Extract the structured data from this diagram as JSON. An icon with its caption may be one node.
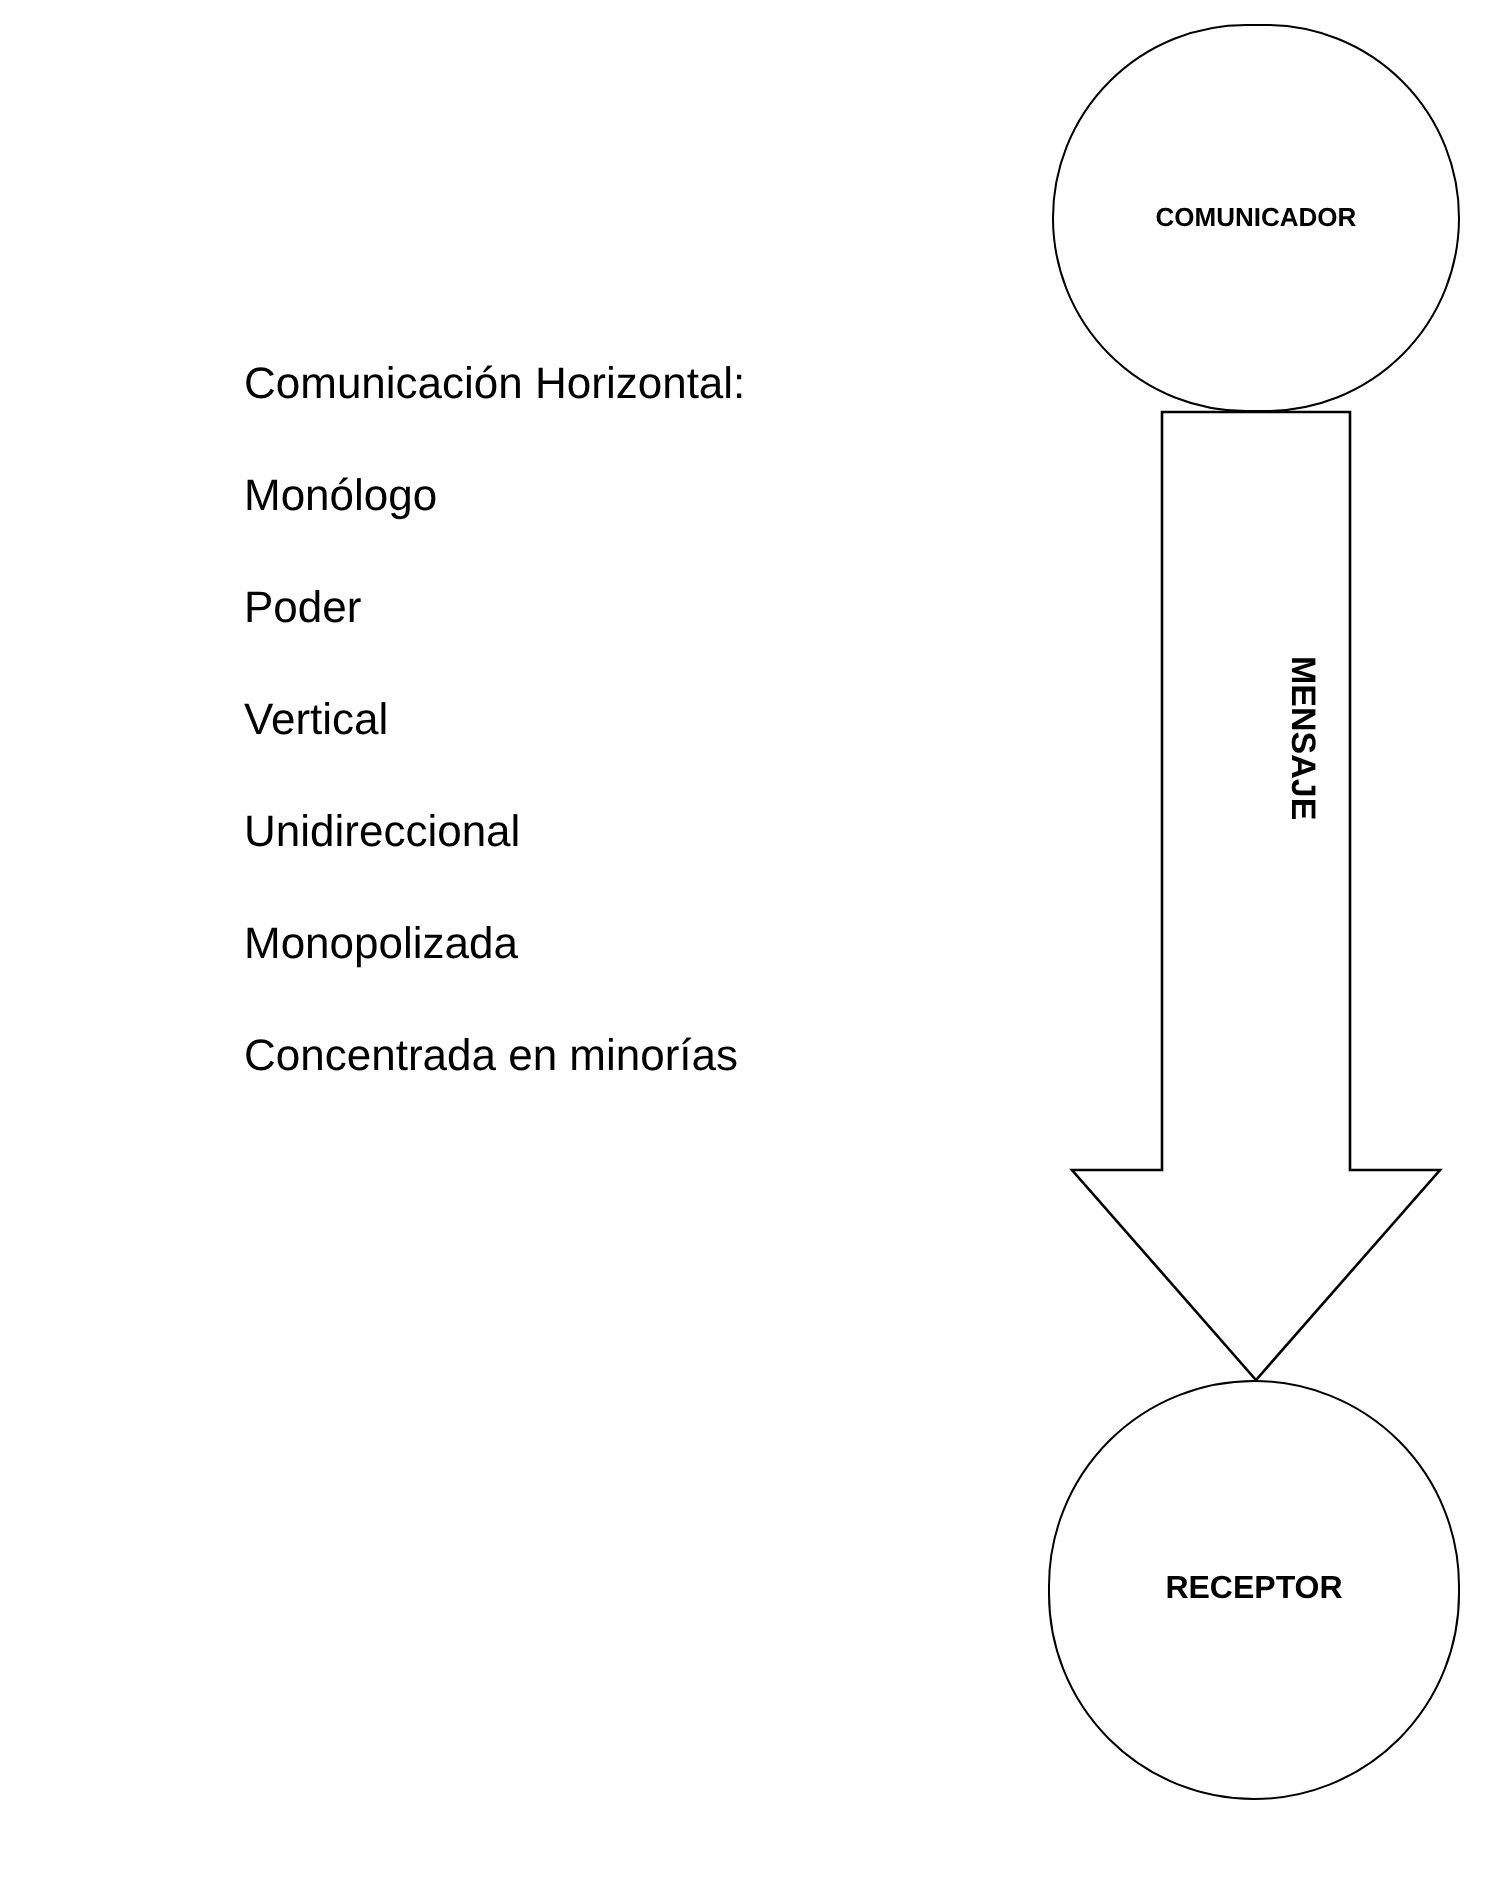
{
  "diagram": {
    "nodes": [
      {
        "text": [
          "COMUNICADOR"
        ]
      },
      {
        "text": [
          "RECEPTOR"
        ]
      }
    ],
    "edges": [
      {
        "from": 0,
        "to": 1,
        "arrow": "to",
        "label": "MENSAJE"
      }
    ],
    "labels": [
      "Comunicación Horizontal:",
      "Monólogo",
      "Poder",
      "Vertical",
      "Unidireccional",
      "Monopolizada",
      "Concentrada en minorías"
    ]
  }
}
